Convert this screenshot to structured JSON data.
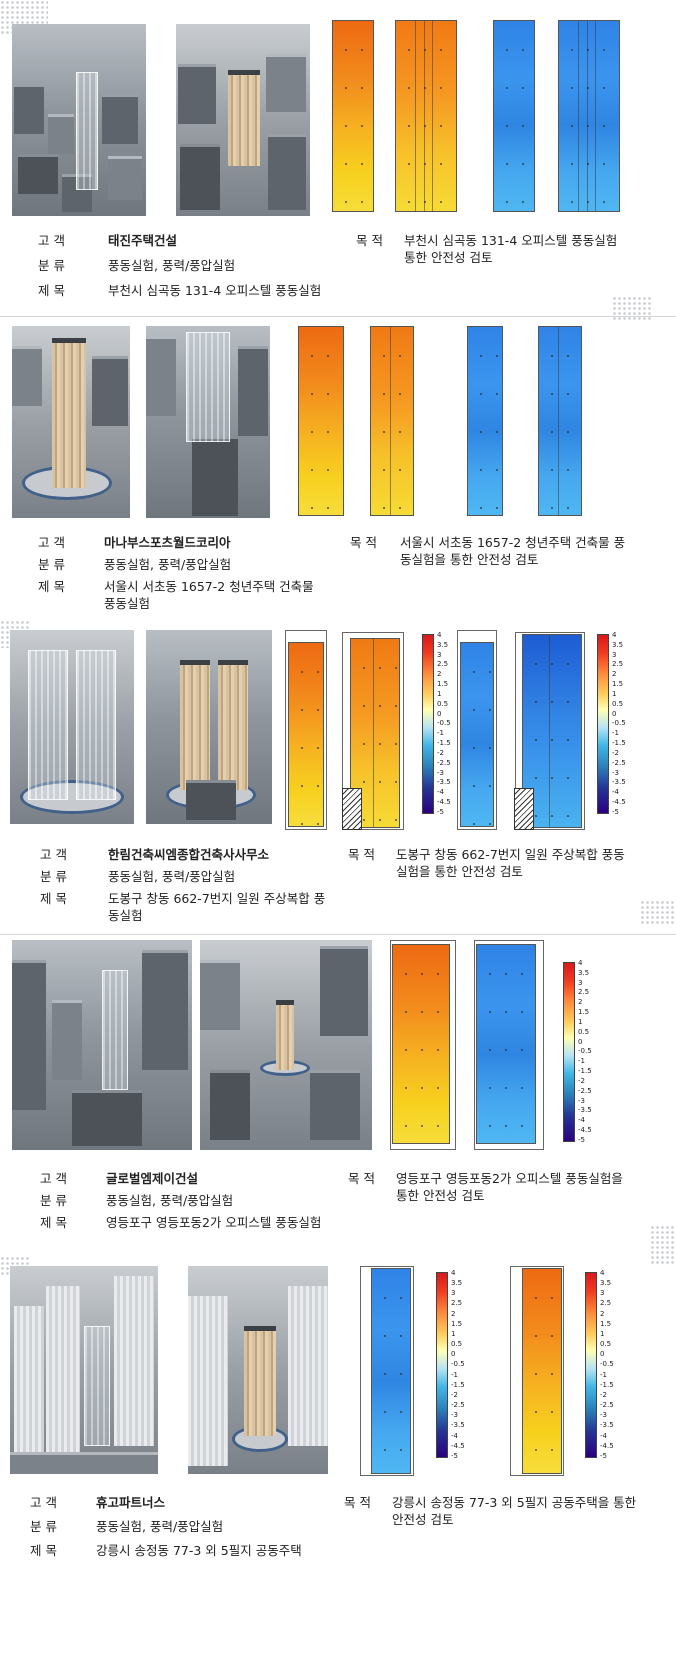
{
  "scale_ticks": [
    "4",
    "3.5",
    "3",
    "2.5",
    "2",
    "1.5",
    "1",
    "0.5",
    "0",
    "-0.5",
    "-1",
    "-1.5",
    "-2",
    "-2.5",
    "-3",
    "-3.5",
    "-4",
    "-4.5",
    "-5"
  ],
  "labels": {
    "client": "고 객",
    "category": "분 류",
    "title": "제 목",
    "purpose": "목 적"
  },
  "projects": [
    {
      "client": "태진주택건설",
      "category": "풍동실험, 풍력/풍압실험",
      "title": "부천시 심곡동 131-4 오피스텔 풍동실험",
      "purpose": "부천시 심곡동 131-4 오피스텔 풍동실험 통한 안전성 검토"
    },
    {
      "client": "마나부스포츠월드코리아",
      "category": "풍동실험, 풍력/풍압실험",
      "title": "서울시 서초동 1657-2 청년주택 건축물 풍동실험",
      "purpose": "서울시 서초동 1657-2 청년주택 건축물 풍동실험을 통한 안전성 검토"
    },
    {
      "client": "한림건축씨엠종합건축사사무소",
      "category": "풍동실험, 풍력/풍압실험",
      "title": "도봉구 창동 662-7번지 일원 주상복합 풍동실험",
      "purpose": "도봉구 창동 662-7번지 일원 주상복합 풍동실험을 통한 안전성 검토"
    },
    {
      "client": "글로벌엠제이건설",
      "category": "풍동실험, 풍력/풍압실험",
      "title": "영등포구 영등포동2가 오피스텔 풍동실험",
      "purpose": "영등포구 영등포동2가 오피스텔 풍동실험을 통한 안전성 검토"
    },
    {
      "client": "휴고파트너스",
      "category": "풍동실험, 풍력/풍압실험",
      "title": "강릉시 송정동 77-3 외 5필지 공동주택",
      "purpose": "강릉시 송정동 77-3 외 5필지 공동주택을 통한 안전성 검토"
    }
  ]
}
